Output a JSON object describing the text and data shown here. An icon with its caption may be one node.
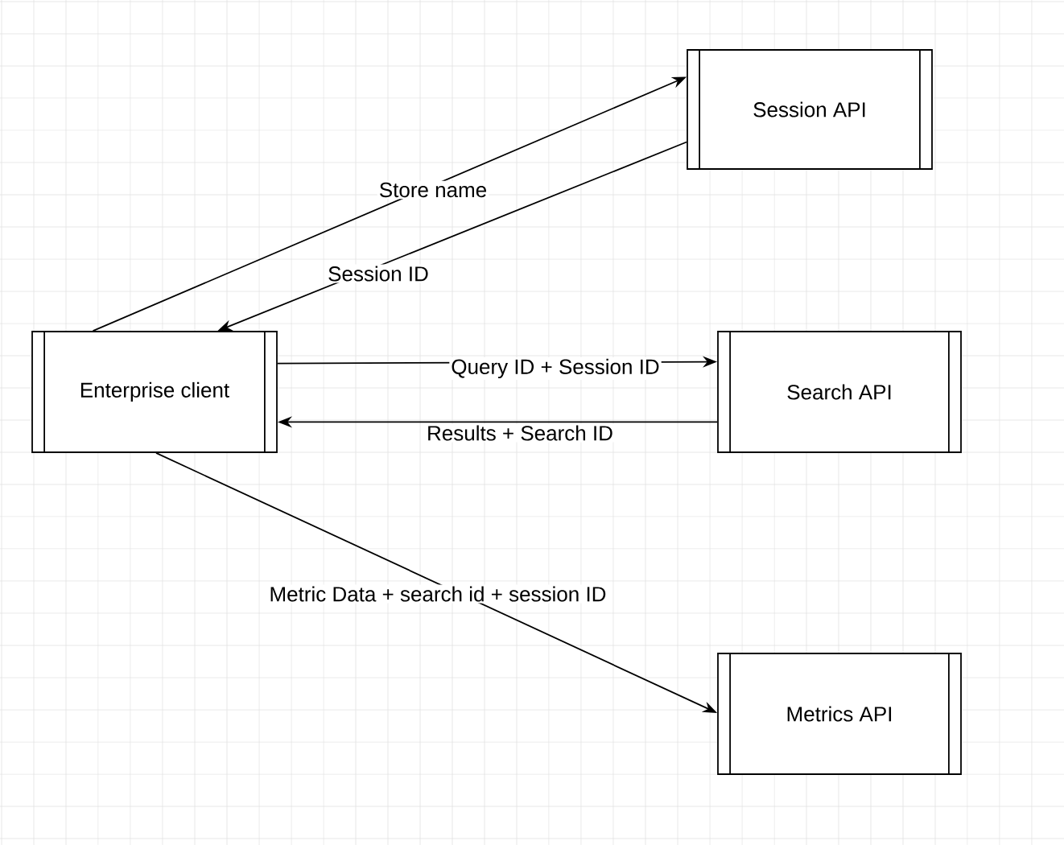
{
  "diagram": {
    "nodes": [
      {
        "text": [
          "Enterprise client"
        ]
      },
      {
        "text": [
          "Session API"
        ]
      },
      {
        "text": [
          "Search API"
        ]
      },
      {
        "text": [
          "Metrics API"
        ]
      }
    ],
    "edges": [
      {
        "from": 0,
        "to": 1,
        "arrow": "to",
        "label": "Store name"
      },
      {
        "from": 1,
        "to": 0,
        "arrow": "to",
        "label": "Session ID"
      },
      {
        "from": 0,
        "to": 2,
        "arrow": "to",
        "label": "Query ID + Session ID"
      },
      {
        "from": 2,
        "to": 0,
        "arrow": "to",
        "label": "Results + Search ID"
      },
      {
        "from": 0,
        "to": 3,
        "arrow": "to",
        "label": "Metric Data + search id  + session ID"
      }
    ]
  }
}
